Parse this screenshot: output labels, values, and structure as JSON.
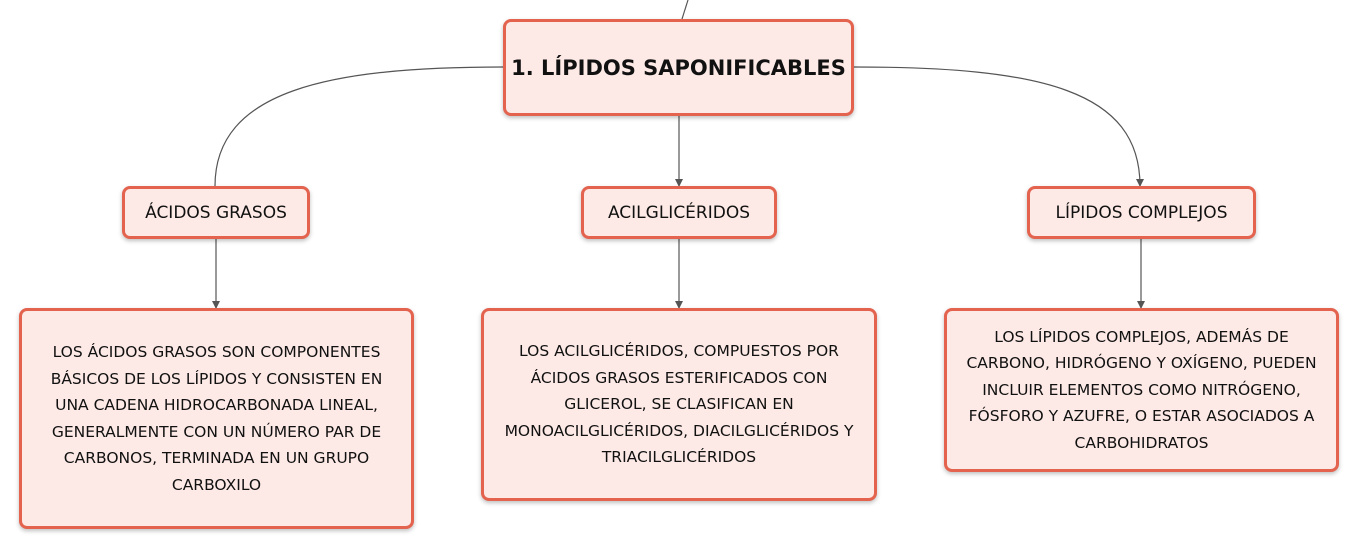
{
  "root": {
    "label": "1. LÍPIDOS SAPONIFICABLES"
  },
  "categories": [
    {
      "label": "ÁCIDOS GRASOS",
      "description": "LOS ÁCIDOS GRASOS SON COMPONENTES BÁSICOS DE LOS LÍPIDOS Y CONSISTEN EN UNA CADENA HIDROCARBONADA LINEAL, GENERALMENTE CON UN NÚMERO PAR DE CARBONOS, TERMINADA EN UN GRUPO CARBOXILO"
    },
    {
      "label": "ACILGLICÉRIDOS",
      "description": "LOS ACILGLICÉRIDOS, COMPUESTOS POR ÁCIDOS GRASOS ESTERIFICADOS CON GLICEROL, SE CLASIFICAN EN MONOACILGLICÉRIDOS, DIACILGLICÉRIDOS Y TRIACILGLICÉRIDOS"
    },
    {
      "label": "LÍPIDOS COMPLEJOS",
      "description": "LOS LÍPIDOS COMPLEJOS, ADEMÁS DE CARBONO, HIDRÓGENO Y OXÍGENO, PUEDEN INCLUIR ELEMENTOS COMO NITRÓGENO, FÓSFORO Y AZUFRE, O ESTAR ASOCIADOS A CARBOHIDRATOS"
    }
  ],
  "colors": {
    "node_fill": "#fdeae6",
    "node_border": "#e3634f",
    "connector": "#555555"
  }
}
